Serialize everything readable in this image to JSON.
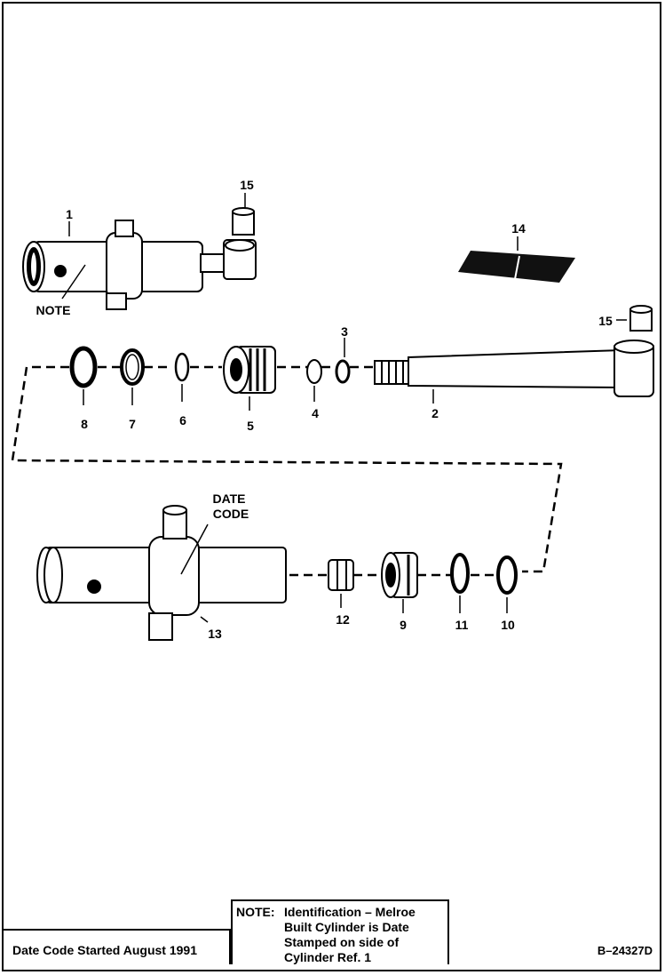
{
  "parts": [
    {
      "ref": "1"
    },
    {
      "ref": "2"
    },
    {
      "ref": "3"
    },
    {
      "ref": "4"
    },
    {
      "ref": "5"
    },
    {
      "ref": "6"
    },
    {
      "ref": "7"
    },
    {
      "ref": "8"
    },
    {
      "ref": "9"
    },
    {
      "ref": "10"
    },
    {
      "ref": "11"
    },
    {
      "ref": "12"
    },
    {
      "ref": "13"
    },
    {
      "ref": "14"
    },
    {
      "ref": "15"
    },
    {
      "ref": "15"
    }
  ],
  "callouts": {
    "note": "NOTE",
    "date_code_line1": "DATE",
    "date_code_line2": "CODE"
  },
  "footer": {
    "date_code_text": "Date Code Started August 1991",
    "note_label": "NOTE:",
    "note_lines": [
      "Identification – Melroe",
      "Built Cylinder is Date",
      "Stamped on side of",
      "Cylinder Ref. 1"
    ],
    "drawing_number": "B–24327D"
  }
}
